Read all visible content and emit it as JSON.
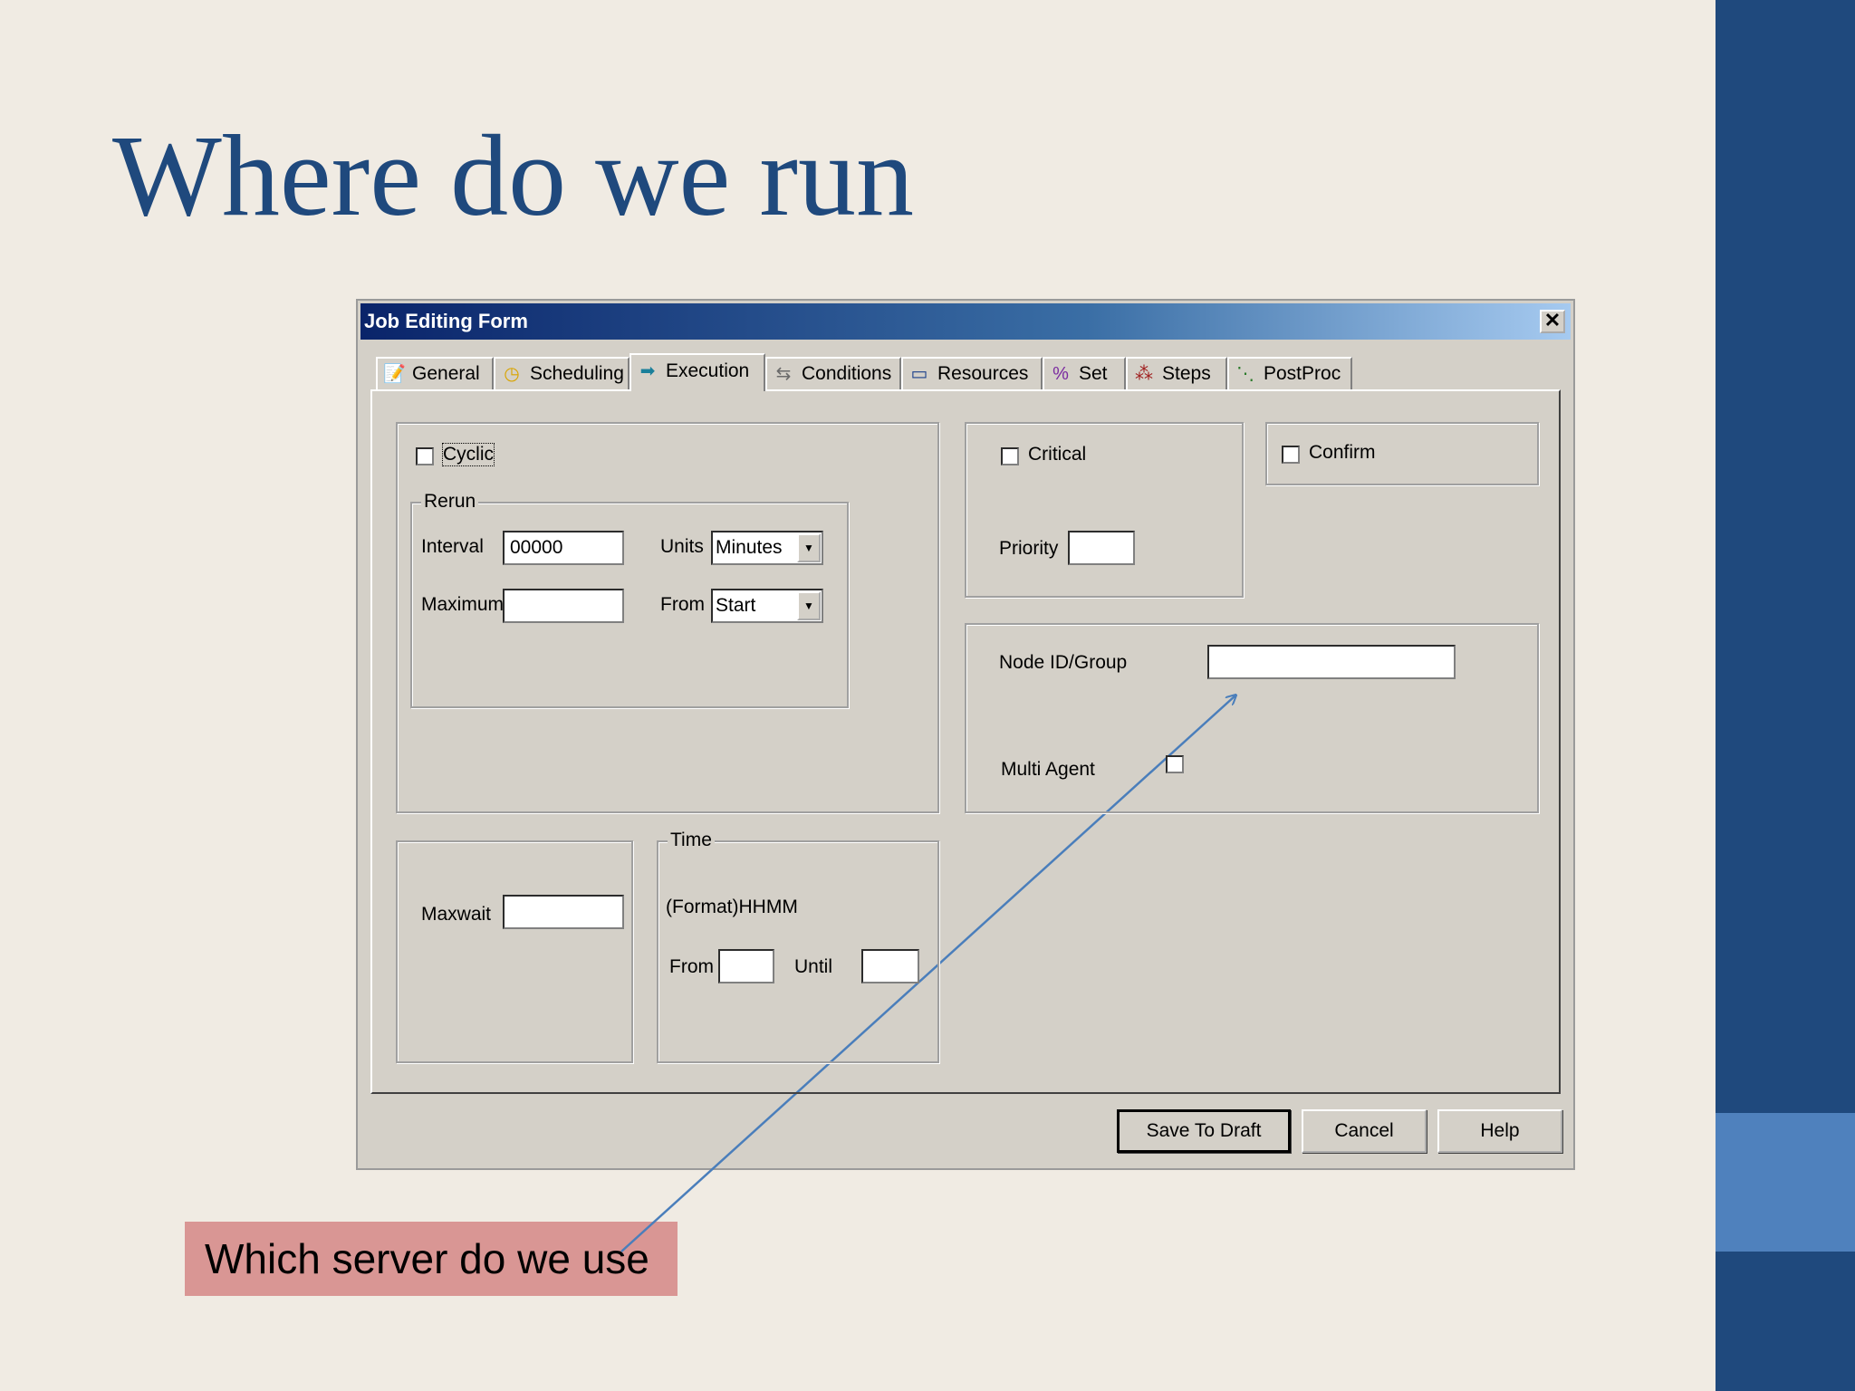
{
  "slide": {
    "title": "Where do we run",
    "callout": "Which server do we use",
    "colors": {
      "title": "#1f497d",
      "sidebar": "#1f497d",
      "sidebar_accent": "#4f81bd",
      "callout_bg": "#d99694",
      "arrow": "#4a7ebb"
    }
  },
  "dialog": {
    "title": "Job Editing Form",
    "close_icon": "close-icon",
    "tabs": [
      {
        "label": "General",
        "icon": "document-icon"
      },
      {
        "label": "Scheduling",
        "icon": "clock-icon"
      },
      {
        "label": "Execution",
        "icon": "arrow-right-icon",
        "active": true
      },
      {
        "label": "Conditions",
        "icon": "conditions-icon"
      },
      {
        "label": "Resources",
        "icon": "resources-icon"
      },
      {
        "label": "Set",
        "icon": "set-icon"
      },
      {
        "label": "Steps",
        "icon": "steps-icon"
      },
      {
        "label": "PostProc",
        "icon": "postproc-icon"
      }
    ],
    "cyclic": {
      "label": "Cyclic",
      "checked": false
    },
    "rerun": {
      "group_label": "Rerun",
      "interval_label": "Interval",
      "interval_value": "00000",
      "maximum_label": "Maximum",
      "maximum_value": "",
      "units_label": "Units",
      "units_value": "Minutes",
      "from_label": "From",
      "from_value": "Start"
    },
    "critical": {
      "label": "Critical",
      "checked": false
    },
    "priority": {
      "label": "Priority",
      "value": ""
    },
    "confirm": {
      "label": "Confirm",
      "checked": false
    },
    "node": {
      "label": "Node ID/Group",
      "value": ""
    },
    "multi_agent": {
      "label": "Multi Agent",
      "checked": false
    },
    "maxwait": {
      "label": "Maxwait",
      "value": ""
    },
    "time": {
      "group_label": "Time",
      "format_label": "(Format)HHMM",
      "from_label": "From",
      "from_value": "",
      "until_label": "Until",
      "until_value": ""
    },
    "buttons": {
      "save_to_draft": "Save To Draft",
      "cancel": "Cancel",
      "help": "Help"
    }
  }
}
